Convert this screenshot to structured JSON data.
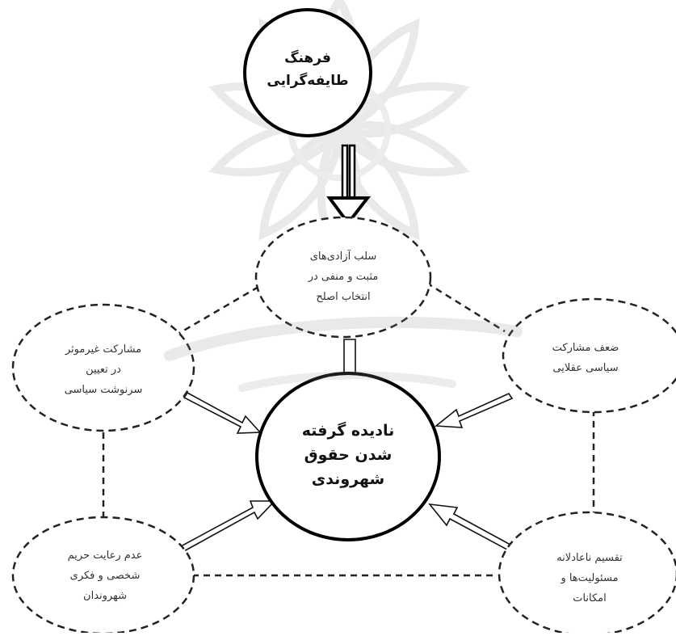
{
  "diagram": {
    "top_node": {
      "lines": [
        "فرهنگ",
        "طایفه‌گرایی"
      ]
    },
    "center_node": {
      "lines": [
        "نادیده گرفته",
        "شدن حقوق",
        "شهروندی"
      ]
    },
    "upper_node": {
      "lines": [
        "سلب آزادی‌های",
        "مثبت و منفی در",
        "انتخاب اصلح"
      ]
    },
    "left_node": {
      "lines": [
        "مشارکت غیرموثر",
        "در تعیین",
        "سرنوشت سیاسی"
      ]
    },
    "right_node": {
      "lines": [
        "ضعف مشارکت",
        "سیاسی عقلایی"
      ]
    },
    "bottom_left_node": {
      "lines": [
        "عدم رعایت حریم",
        "شخصی و فکری",
        "شهروندان"
      ]
    },
    "bottom_right_node": {
      "lines": [
        "تقسیم ناعادلانه",
        "مسئولیت‌ها و",
        "امکانات"
      ]
    }
  }
}
